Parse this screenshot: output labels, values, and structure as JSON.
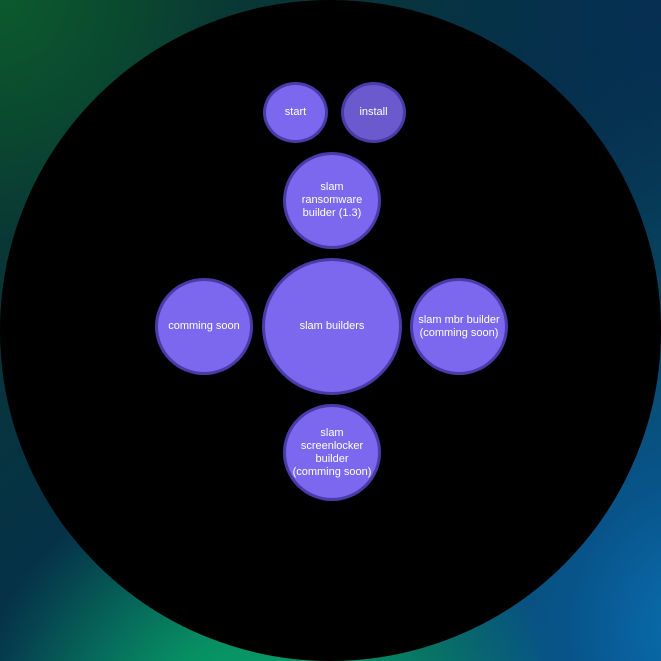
{
  "buttons": {
    "start": "start",
    "install": "install",
    "ransomware_builder": "slam ransomware\nbuilder (1.3)",
    "coming_soon_left": "comming soon",
    "center": "slam builders",
    "mbr_builder": "slam mbr builder\n(comming soon)",
    "screenlocker_builder": "slam screenlocker\nbuilder\n(comming soon)"
  },
  "colors": {
    "bubble_fill": "#7b68ee",
    "bubble_fill_install": "#6a5acd",
    "bubble_border": "#4a3ca8",
    "window_background": "#000000",
    "text": "#ffffff"
  }
}
